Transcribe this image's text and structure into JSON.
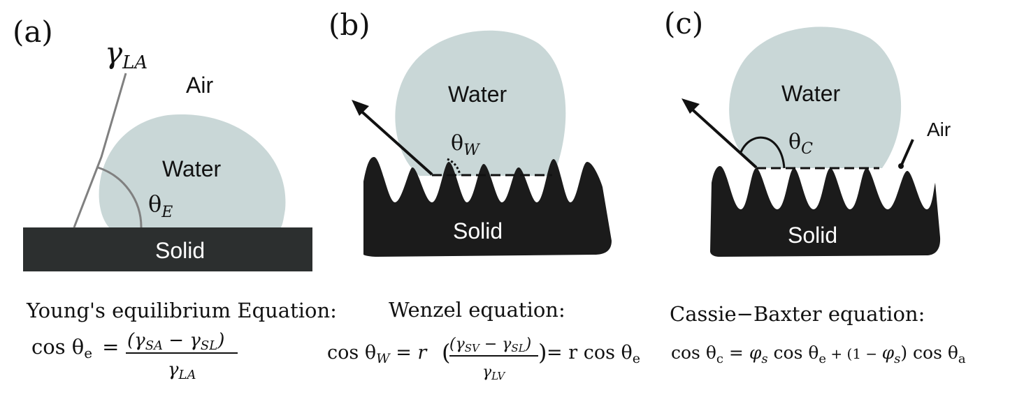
{
  "colors": {
    "water": "#c9d7d7",
    "solid": "#1b1b1b",
    "solid_flat": "#2c2f2f",
    "line": "#808080",
    "ink": "#111111"
  },
  "panel_a": {
    "label": "(a)",
    "gamma_symbol": "γ",
    "gamma_sub": "LA",
    "air_label": "Air",
    "water_label": "Water",
    "theta_symbol": "θ",
    "theta_sub": "E",
    "solid_label": "Solid",
    "eq_title": "Young's equilibrium Equation:",
    "eq_lhs": "cos θ",
    "eq_lhs_sub": "e",
    "eq_equals": "=",
    "eq_num": "(γ",
    "eq_num_sub1": "SA",
    "eq_num_mid": " − γ",
    "eq_num_sub2": "SL",
    "eq_num_close": ")",
    "eq_den": "γ",
    "eq_den_sub": "LA"
  },
  "panel_b": {
    "label": "(b)",
    "water_label": "Water",
    "theta_symbol": "θ",
    "theta_sub": "W",
    "solid_label": "Solid",
    "eq_title": "Wenzel equation:",
    "eq_lhs": "cos θ",
    "eq_lhs_sub": "W",
    "eq_mid": " = r ",
    "eq_num": "(γ",
    "eq_num_sub1": "SV",
    "eq_num_mid": " − γ",
    "eq_num_sub2": "SL",
    "eq_num_close": ")",
    "eq_den": "γ",
    "eq_den_sub": "LV",
    "eq_rhs": "= r cos θ",
    "eq_rhs_sub": "e"
  },
  "panel_c": {
    "label": "(c)",
    "water_label": "Water",
    "theta_symbol": "θ",
    "theta_sub": "C",
    "air_label": "Air",
    "solid_label": "Solid",
    "eq_title": "Cassie−Baxter equation:",
    "eq_lhs": "cos θ",
    "eq_lhs_sub": "c",
    "eq_p1": " = ",
    "eq_phi": "φ",
    "eq_phi_sub": "s",
    "eq_p2": " cos θ",
    "eq_p2_sub": "e",
    "eq_p3": " + (1 − ",
    "eq_phi2": "φ",
    "eq_phi2_sub": "s",
    "eq_p4": ") cos θ",
    "eq_p4_sub": "a"
  }
}
